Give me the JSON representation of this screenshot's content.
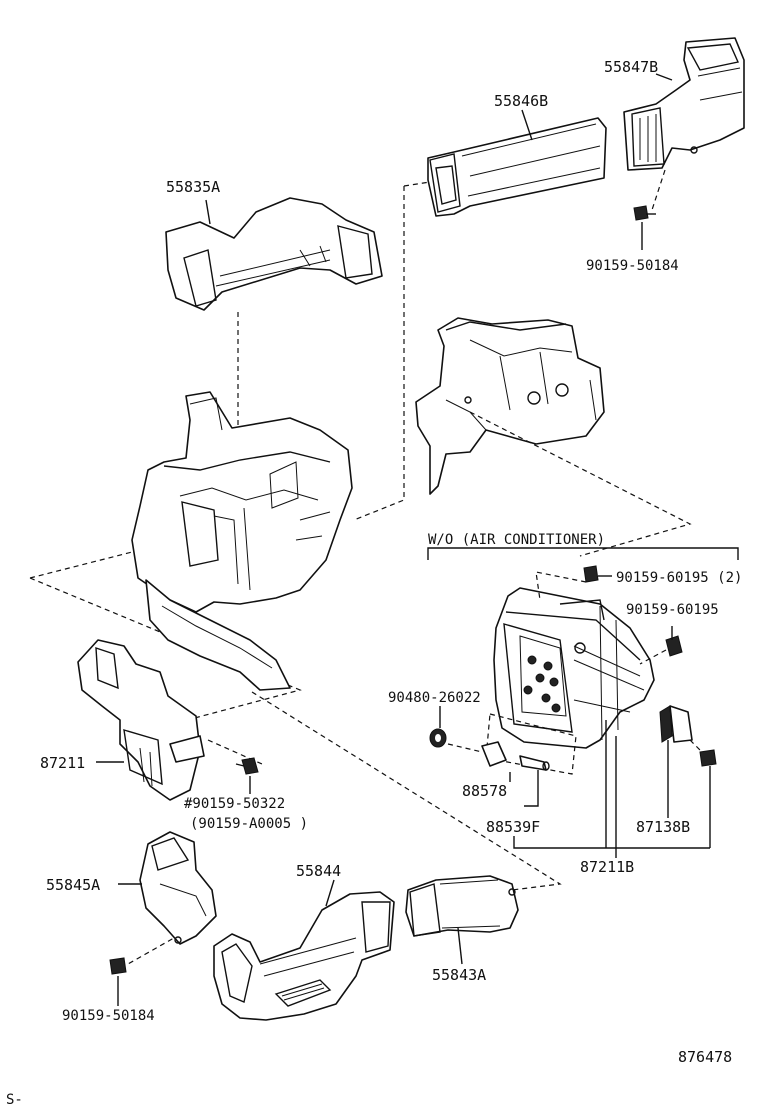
{
  "labels": {
    "p55847B": "55847B",
    "p55846B": "55846B",
    "p55835A": "55835A",
    "p90159_50184_top": "90159-50184",
    "wo_air": "W/O (AIR CONDITIONER)",
    "p90159_60195_2": "90159-60195 (2)",
    "p90159_60195": "90159-60195",
    "p90480_26022": "90480-26022",
    "p87211": "87211",
    "p90159_50322": "#90159-50322",
    "p90159_A0005": "(90159-A0005 )",
    "p88578": "88578",
    "p88539F": "88539F",
    "p87138B": "87138B",
    "p87211B": "87211B",
    "p55845A": "55845A",
    "p55844": "55844",
    "p55843A": "55843A",
    "p90159_50184_bot": "90159-50184",
    "code": "876478",
    "corner": "S-"
  }
}
